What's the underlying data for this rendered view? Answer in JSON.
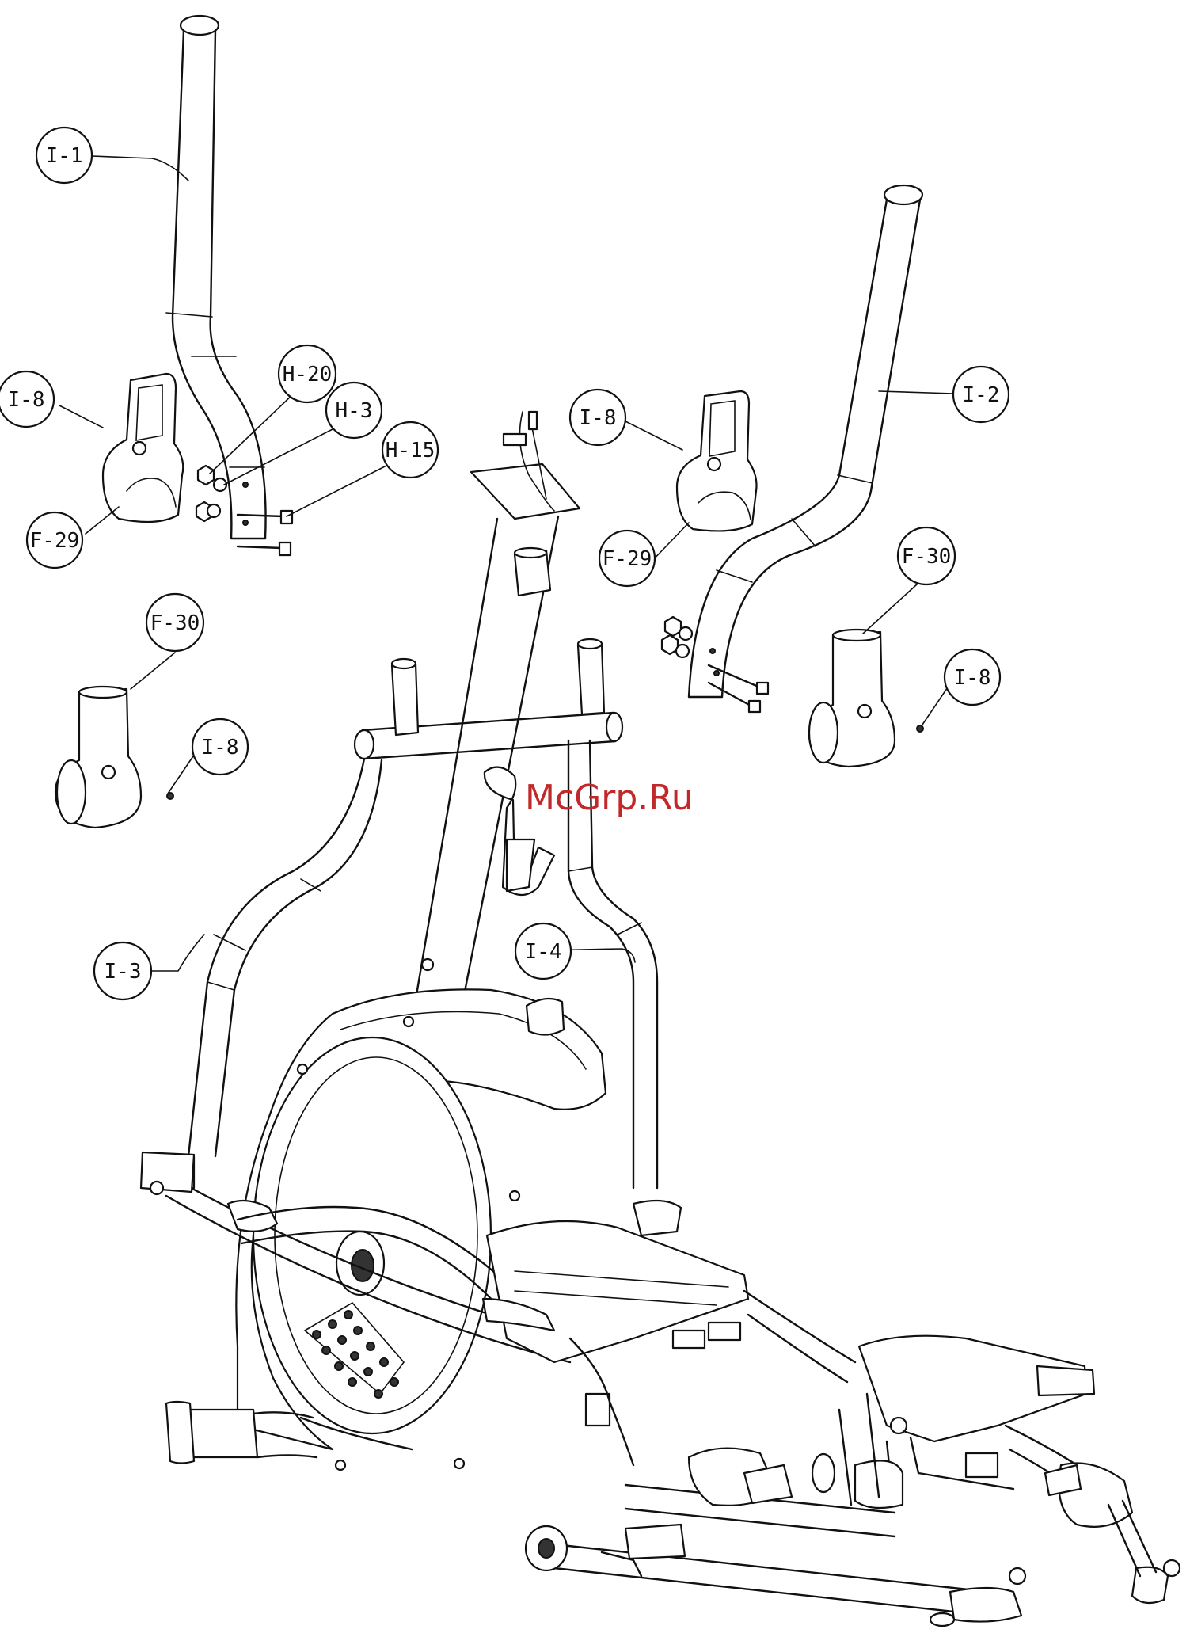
{
  "watermark": "McGrp.Ru",
  "labels": {
    "i1": "I-1",
    "i2": "I-2",
    "i3": "I-3",
    "i4": "I-4",
    "i8_a": "I-8",
    "i8_b": "I-8",
    "i8_c": "I-8",
    "i8_d": "I-8",
    "h20": "H-20",
    "h3": "H-3",
    "h15": "H-15",
    "f29_a": "F-29",
    "f29_b": "F-29",
    "f30_a": "F-30",
    "f30_b": "F-30"
  },
  "colors": {
    "line": "#111111",
    "watermark": "#c0282a",
    "background": "#ffffff"
  }
}
